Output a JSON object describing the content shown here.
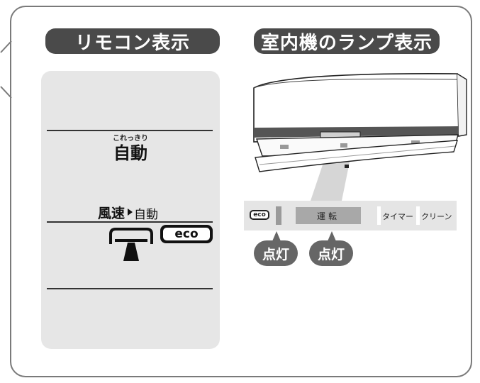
{
  "remote_section": {
    "title": "リモコン表示",
    "mode_ruby": "これっきり",
    "mode_label": "自動",
    "fan_speed_label": "風速",
    "fan_speed_value": "自動",
    "eco_badge": "eco"
  },
  "indoor_section": {
    "title": "室内機のランプ表示",
    "lamps": {
      "eco": "eco",
      "operation": "運転",
      "timer": "タイマー",
      "clean": "クリーン"
    },
    "callout_eco": "点灯",
    "callout_operation": "点灯"
  },
  "colors": {
    "pill_bg": "#4a4a4a",
    "panel_bg": "#e6e6e6",
    "callout_bg": "#666666"
  }
}
